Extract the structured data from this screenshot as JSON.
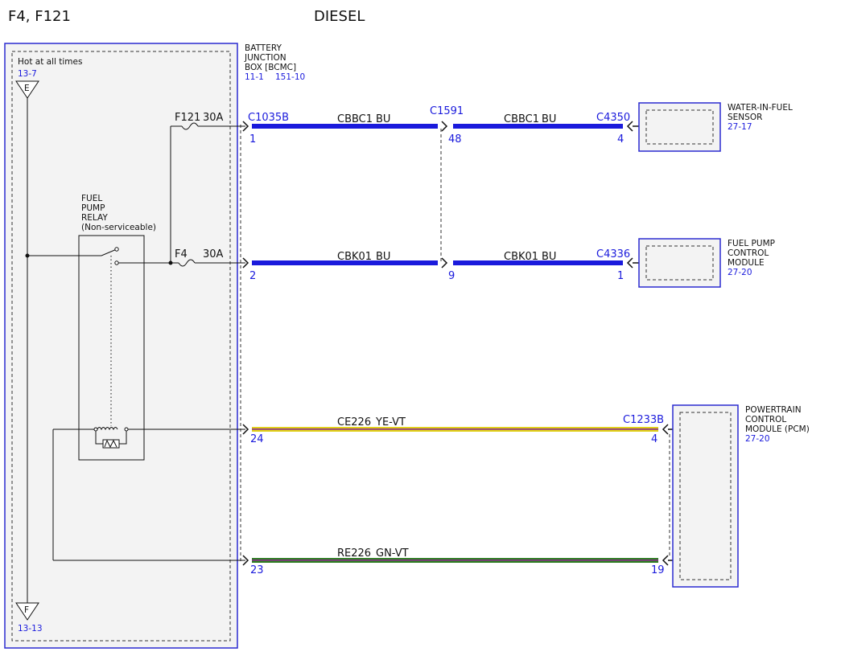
{
  "header": {
    "left_title": "F4, F121",
    "center_title": "DIESEL"
  },
  "colors": {
    "blue_wire": "#1a1adc",
    "yellow_wire": "#e2d21a",
    "green_wire": "#2e7d22",
    "link_text": "#1a1adc",
    "box_fill": "#f3f3f3"
  },
  "bjb": {
    "name": [
      "BATTERY",
      "JUNCTION",
      "BOX [BCMC]"
    ],
    "ref1": "11-1",
    "ref2": "151-10"
  },
  "power": {
    "label": "Hot at all times",
    "top_ref": "13-7",
    "top_letter": "E",
    "bottom_letter": "F",
    "bottom_ref": "13-13"
  },
  "relay": {
    "name": [
      "FUEL",
      "PUMP",
      "RELAY",
      "(Non-serviceable)"
    ]
  },
  "fuses": {
    "f121": {
      "name": "F121",
      "rating": "30A"
    },
    "f4": {
      "name": "F4",
      "rating": "30A"
    }
  },
  "connectors": {
    "bjb": "C1035B",
    "inline": "C1591",
    "wif": "C4350",
    "fpcm": "C4336",
    "pcm": "C1233B"
  },
  "wires": {
    "w1": {
      "circuit": "CBBC1",
      "color": "BU",
      "pin_from": "1",
      "pin_inline": "48",
      "pin_to": "4"
    },
    "w2": {
      "circuit": "CBK01",
      "color": "BU",
      "pin_from": "2",
      "pin_inline": "9",
      "pin_to": "1"
    },
    "w3": {
      "circuit": "CE226",
      "color": "YE-VT",
      "pin_from": "24",
      "pin_to": "4"
    },
    "w4": {
      "circuit": "RE226",
      "color": "GN-VT",
      "pin_from": "23",
      "pin_to": "19"
    }
  },
  "components": {
    "wif": {
      "name": [
        "WATER-IN-FUEL",
        "SENSOR"
      ],
      "ref": "27-17"
    },
    "fpcm": {
      "name": [
        "FUEL PUMP",
        "CONTROL",
        "MODULE"
      ],
      "ref": "27-20"
    },
    "pcm": {
      "name": [
        "POWERTRAIN",
        "CONTROL",
        "MODULE (PCM)"
      ],
      "ref": "27-20"
    }
  }
}
